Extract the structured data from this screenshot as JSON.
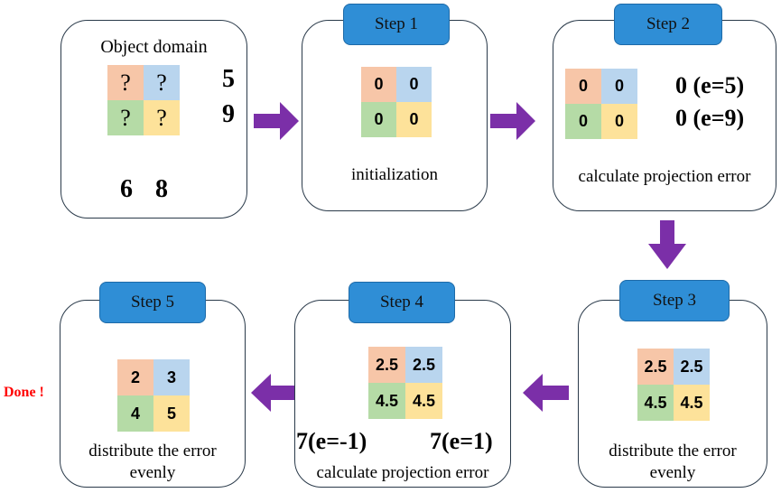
{
  "colors": {
    "panel_border": "#2a3a4a",
    "tab": "#2f8ed6",
    "red_arrow": "#ff0000",
    "purple_arrow": "#7b2fa8",
    "cell_tl": "#f7c6a8",
    "cell_tr": "#b9d5ee",
    "cell_bl": "#b5dba6",
    "cell_br": "#fde29a"
  },
  "object": {
    "title": "Object domain",
    "cells": [
      "?",
      "?",
      "?",
      "?"
    ],
    "row1_sum": "5",
    "row2_sum": "9",
    "col1_sum": "6",
    "col2_sum": "8"
  },
  "step1": {
    "label": "Step 1",
    "cells": [
      "0",
      "0",
      "0",
      "0"
    ],
    "caption": "initialization"
  },
  "step2": {
    "label": "Step 2",
    "cells": [
      "0",
      "0",
      "0",
      "0"
    ],
    "row1": "0 (e=5)",
    "row2": "0 (e=9)",
    "caption": "calculate projection error"
  },
  "step3": {
    "label": "Step 3",
    "cells": [
      "2.5",
      "2.5",
      "4.5",
      "4.5"
    ],
    "caption_line1": "distribute the error",
    "caption_line2": "evenly"
  },
  "step4": {
    "label": "Step 4",
    "cells": [
      "2.5",
      "2.5",
      "4.5",
      "4.5"
    ],
    "col1": "7(e=-1)",
    "col2": "7(e=1)",
    "caption": "calculate projection error"
  },
  "step5": {
    "label": "Step 5",
    "cells": [
      "2",
      "3",
      "4",
      "5"
    ],
    "caption_line1": "distribute the error",
    "caption_line2": "evenly"
  },
  "done": "Done !"
}
